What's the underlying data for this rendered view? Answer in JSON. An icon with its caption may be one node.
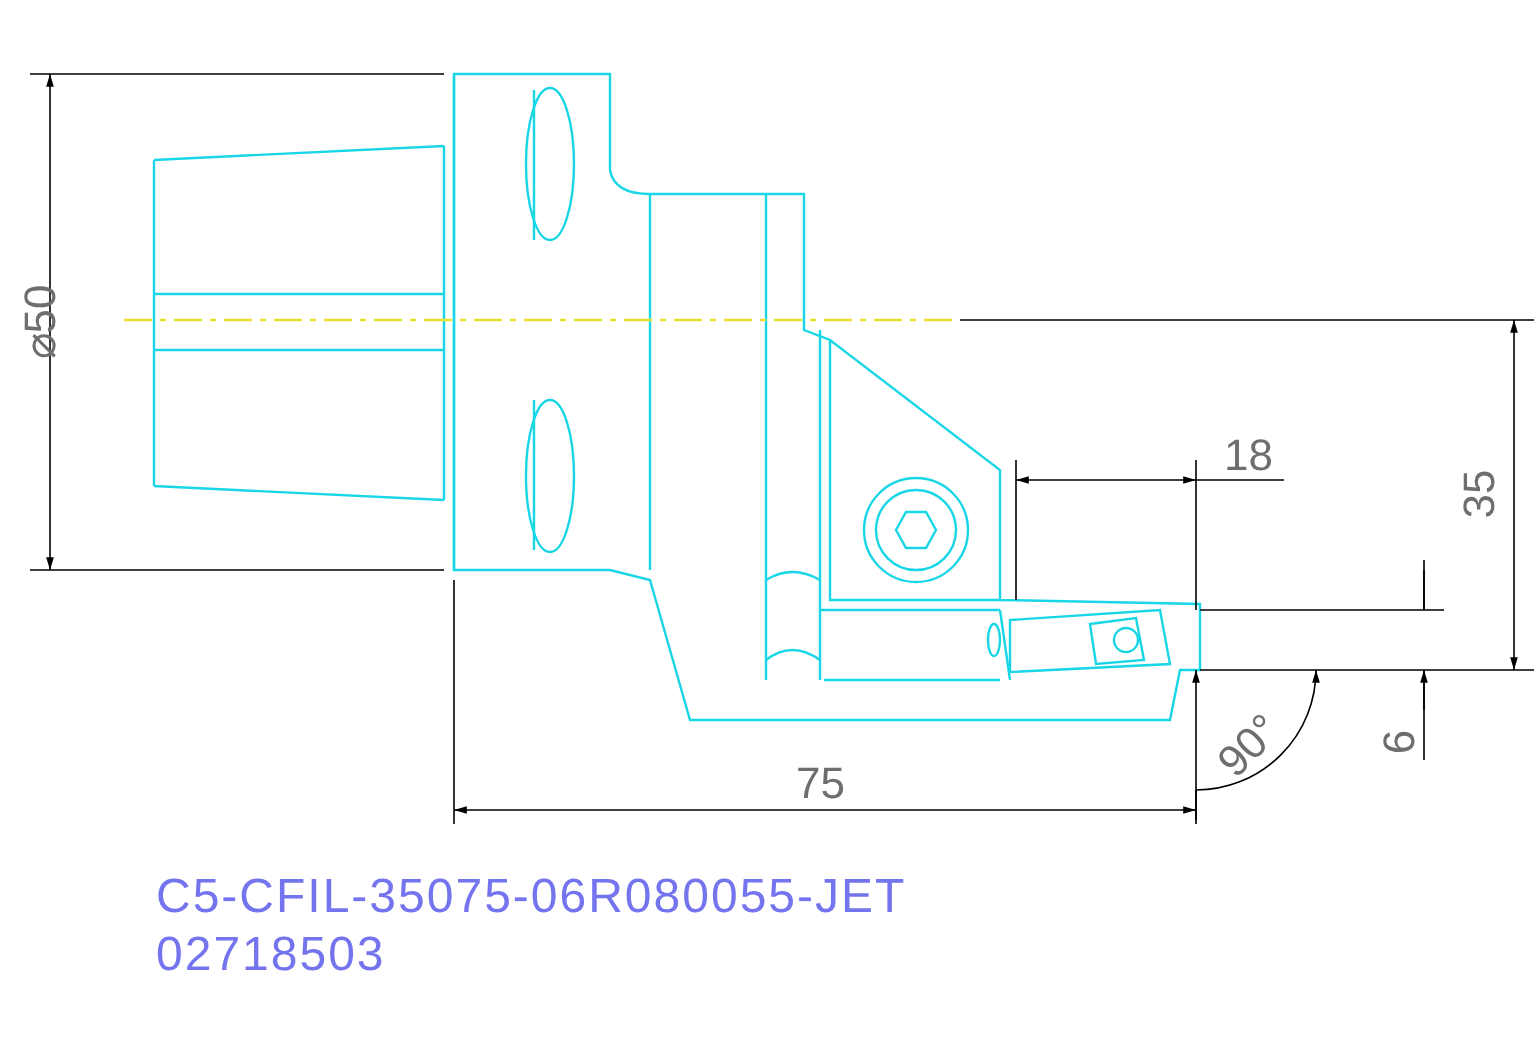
{
  "diagram": {
    "labels": [
      "⌀50",
      "18",
      "35",
      "6",
      "90°",
      "75",
      "C5-CFIL-35075-06R080055-JET",
      "02718503"
    ]
  }
}
